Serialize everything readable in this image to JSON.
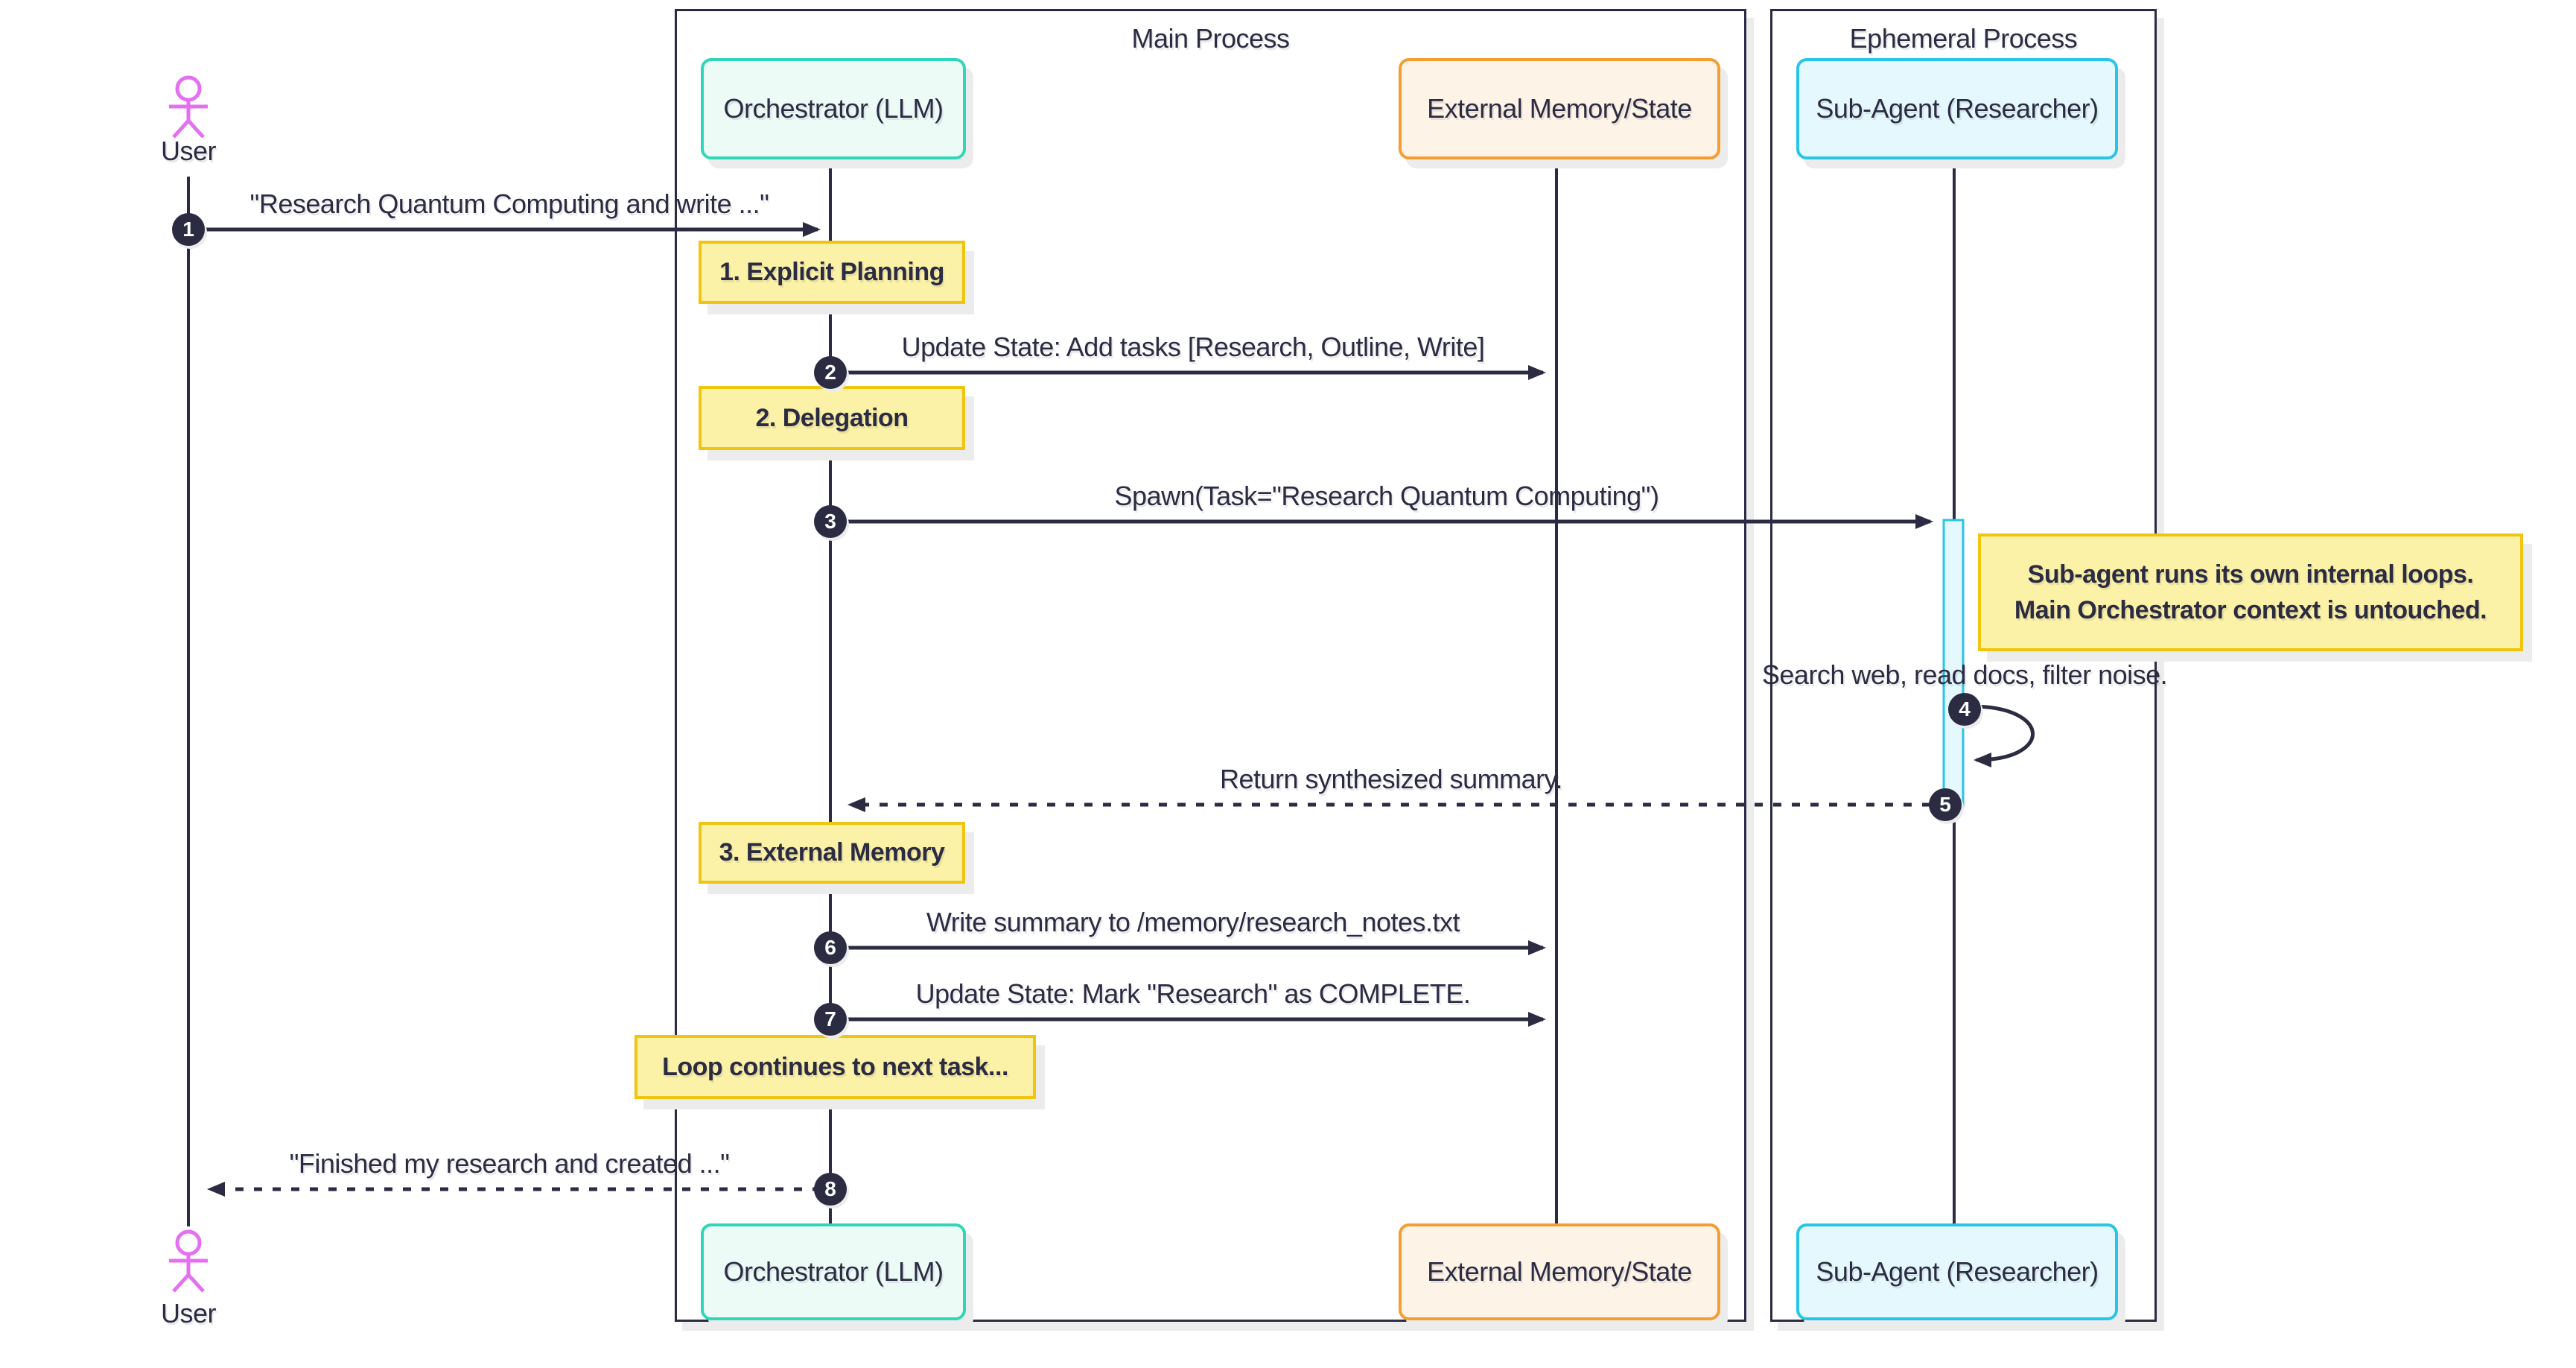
{
  "frames": {
    "main": {
      "title": "Main Process"
    },
    "ephemeral": {
      "title": "Ephemeral Process"
    }
  },
  "actors": {
    "user": {
      "label": "User"
    },
    "orchestrator": {
      "label": "Orchestrator (LLM)"
    },
    "memory": {
      "label": "External Memory/State"
    },
    "subagent": {
      "label": "Sub-Agent (Researcher)"
    }
  },
  "messages": [
    {
      "seq": "1",
      "text": "\"Research Quantum Computing and write ...\"",
      "from": "user",
      "to": "orchestrator",
      "kind": "solid"
    },
    {
      "seq": "2",
      "text": "Update State: Add tasks [Research, Outline, Write]",
      "from": "orchestrator",
      "to": "memory",
      "kind": "solid"
    },
    {
      "seq": "3",
      "text": "Spawn(Task=\"Research Quantum Computing\")",
      "from": "orchestrator",
      "to": "subagent",
      "kind": "solid"
    },
    {
      "seq": "4",
      "text": "Search web, read docs, filter noise.",
      "from": "subagent",
      "to": "subagent",
      "kind": "self-loop"
    },
    {
      "seq": "5",
      "text": "Return synthesized summary.",
      "from": "subagent",
      "to": "orchestrator",
      "kind": "dashed"
    },
    {
      "seq": "6",
      "text": "Write summary to /memory/research_notes.txt",
      "from": "orchestrator",
      "to": "memory",
      "kind": "solid"
    },
    {
      "seq": "7",
      "text": "Update State: Mark \"Research\" as COMPLETE.",
      "from": "orchestrator",
      "to": "memory",
      "kind": "solid"
    },
    {
      "seq": "8",
      "text": "\"Finished my research and created ...\"",
      "from": "orchestrator",
      "to": "user",
      "kind": "dashed"
    }
  ],
  "notes": {
    "planning": "1. Explicit Planning",
    "delegation": "2. Delegation",
    "external_memory": "3. External Memory",
    "loop": "Loop continues to next task...",
    "side_line1": "Sub-agent runs its own internal loops.",
    "side_line2": "Main Orchestrator context is untouched."
  },
  "colors": {
    "ink": "#2b2b42",
    "actor_pink": "#e46ff2",
    "teal_border": "#2fd6b8",
    "teal_fill": "#edfbf7",
    "orange_border": "#f59d30",
    "orange_fill": "#fdf3e7",
    "cyan_border": "#29c5e6",
    "cyan_fill": "#e4f8fd",
    "note_border": "#f0c40f",
    "note_fill": "#fcf2a7",
    "shadow": "#ececec"
  }
}
